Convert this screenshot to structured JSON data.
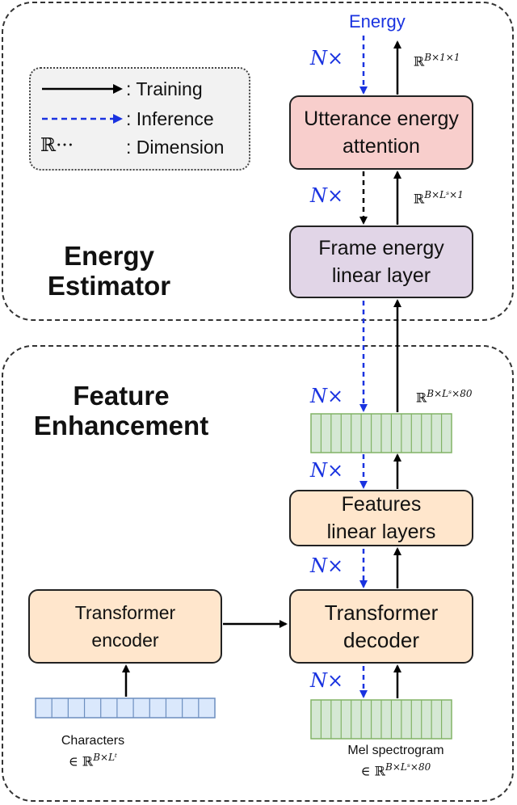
{
  "groups": {
    "energy_estimator": {
      "title": "Energy\nEstimator"
    },
    "feature_enhancement": {
      "title": "Feature\nEnhancement"
    }
  },
  "legend": {
    "training": ": Training",
    "inference": ": Inference",
    "dimension_symbol": "ℝ···",
    "dimension": ": Dimension"
  },
  "blocks": {
    "utterance_energy_attention": "Utterance energy\nattention",
    "frame_energy_linear_layer": "Frame energy\nlinear layer",
    "features_linear_layers": "Features\nlinear layers",
    "transformer_decoder": "Transformer\ndecoder",
    "transformer_encoder": "Transformer\nencoder"
  },
  "labels": {
    "energy": "Energy",
    "repeat": "N×",
    "characters": "Characters",
    "mel_spectrogram": "Mel spectrogram"
  },
  "dims": {
    "utterance_out": {
      "base": "ℝ",
      "exp": "B×1×1"
    },
    "frame_out": {
      "base": "ℝ",
      "exp": "B×Lˢ×1"
    },
    "features_out": {
      "base": "ℝ",
      "exp": "B×Lˢ×80"
    },
    "characters_in": {
      "base": "∈ ℝ",
      "exp": "B×Lᵗ"
    },
    "mel_in": {
      "base": "∈ ℝ",
      "exp": "B×Lˢ×80"
    }
  },
  "colors": {
    "utterance_fill": "#f8cecc",
    "frame_fill": "#e1d5e7",
    "feature_block_fill": "#ffe6cc",
    "green_grid_fill": "#d5e8d4",
    "green_grid_stroke": "#82b366",
    "blue_grid_fill": "#dae8fc",
    "blue_grid_stroke": "#6c8ebf",
    "inference_arrow": "#1a33e0",
    "training_arrow": "#000000"
  }
}
